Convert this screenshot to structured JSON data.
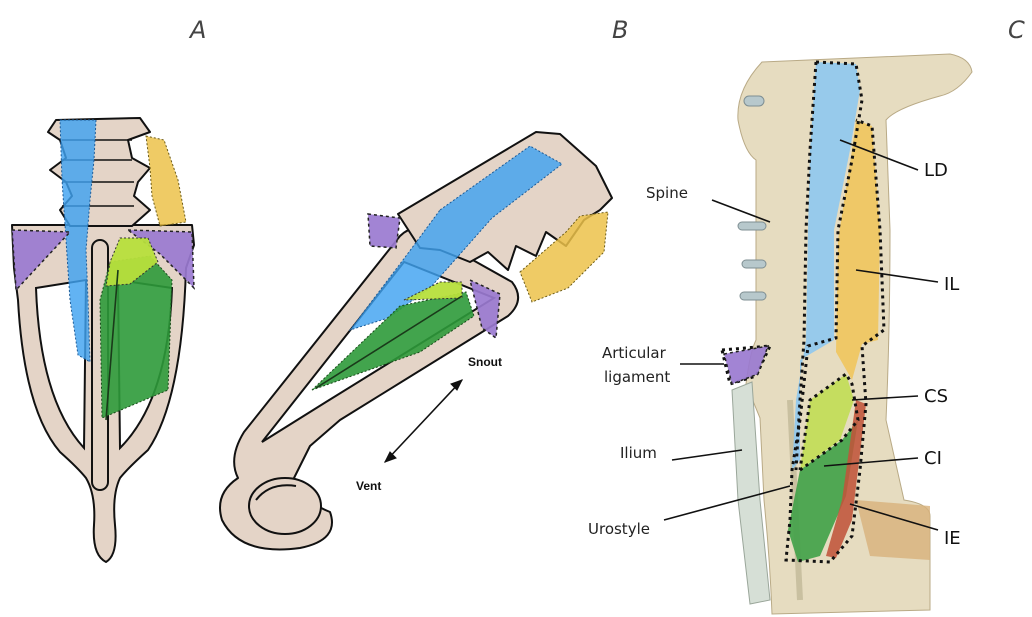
{
  "panels": {
    "a": "A",
    "b": "B",
    "c": "C"
  },
  "panel_b": {
    "snout": "Snout",
    "vent": "Vent"
  },
  "panel_c": {
    "left_labels": {
      "spine": "Spine",
      "articular_line1": "Articular",
      "articular_line2": "ligament",
      "ilium": "Ilium",
      "urostyle": "Urostyle"
    },
    "right_labels": {
      "ld": "LD",
      "il": "IL",
      "cs": "CS",
      "ci": "CI",
      "ie": "IE"
    }
  },
  "colors": {
    "bone": "#e4d4c7",
    "LD": "#3fa2f0",
    "IL": "#ecc24a",
    "articular_ligament": "#9a7ad0",
    "CS": "#b7df3c",
    "CI": "#2e9a3a",
    "IE": "#c0543a",
    "photo_background": "#e6dcc0"
  }
}
